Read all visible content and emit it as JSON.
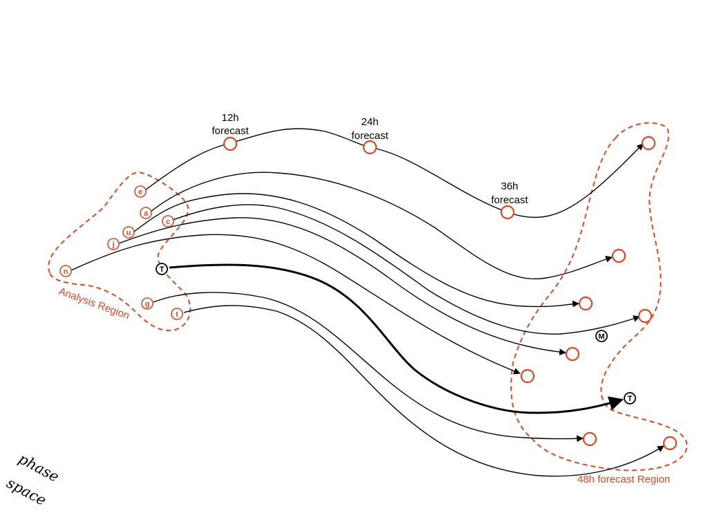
{
  "colors": {
    "accent": "#e0461e",
    "line": "#000000"
  },
  "forecast_labels": {
    "h12": {
      "hours": "12h",
      "word": "forecast"
    },
    "h24": {
      "hours": "24h",
      "word": "forecast"
    },
    "h36": {
      "hours": "36h",
      "word": "forecast"
    }
  },
  "regions": {
    "analysis": "Analysis Region",
    "forecast48": "48h forecast Region"
  },
  "analysis_members": [
    "e",
    "a",
    "u",
    "c",
    "j",
    "n",
    "T",
    "g",
    "t"
  ],
  "special_markers": {
    "truth_start": "T",
    "truth_end": "T",
    "mean": "M"
  },
  "corner_text": {
    "line1": "phase",
    "line2": "space"
  }
}
